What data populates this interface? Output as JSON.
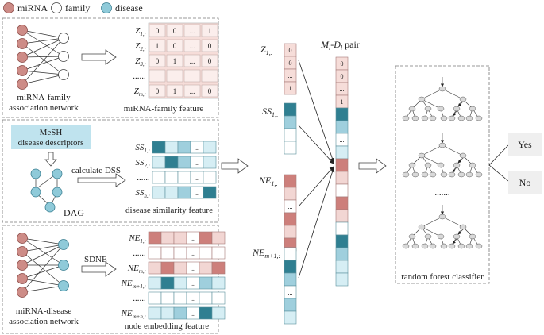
{
  "colors": {
    "mirna": "#cd8c87",
    "mirna_stroke": "#8a4a46",
    "family": "#ffffff",
    "disease": "#8fcad9",
    "disease_stroke": "#3a7f92",
    "teal_dark": "#2f7f91",
    "teal_mid": "#9fcfdd",
    "teal_light": "#d6eef4",
    "pink_dark": "#cd7f7b",
    "pink_light": "#f2d6d3",
    "feat_bg": "#f6ddd9",
    "mesh_bg": "#bfe3ee"
  },
  "legend": {
    "mirna": "miRNA",
    "family": "family",
    "disease": "disease"
  },
  "panel1": {
    "network_label_1": "miRNA-family",
    "network_label_2": "association network",
    "feature_label": "miRNA-family feature",
    "rows": [
      {
        "name": "Z",
        "sub": "1,:",
        "cells": [
          "0",
          "0",
          "...",
          "1"
        ]
      },
      {
        "name": "Z",
        "sub": "2,:",
        "cells": [
          "1",
          "0",
          "...",
          "0"
        ]
      },
      {
        "name": "Z",
        "sub": "3,:",
        "cells": [
          "0",
          "1",
          "...",
          "0"
        ]
      },
      {
        "name": "......",
        "sub": "",
        "cells": [
          "",
          "",
          "",
          ""
        ]
      },
      {
        "name": "Z",
        "sub": "m,:",
        "cells": [
          "0",
          "1",
          "...",
          "0"
        ]
      }
    ]
  },
  "panel2": {
    "mesh_1": "MeSH",
    "mesh_2": "disease descriptors",
    "dag": "DAG",
    "calc": "calculate DSS",
    "feature_label": "disease similarity feature",
    "rows": [
      {
        "name": "SS",
        "sub": "1,:"
      },
      {
        "name": "SS",
        "sub": "2,:"
      },
      {
        "name": "......",
        "sub": ""
      },
      {
        "name": "SS",
        "sub": "n,:"
      }
    ]
  },
  "panel3": {
    "sdne": "SDNE",
    "network_label_1": "miRNA-disease",
    "network_label_2": "association network",
    "feature_label": "node embedding feature",
    "rows": [
      {
        "name": "NE",
        "sub": "1,:"
      },
      {
        "name": "......",
        "sub": ""
      },
      {
        "name": "NE",
        "sub": "m,:"
      },
      {
        "name": "NE",
        "sub": "m+1,:"
      },
      {
        "name": "......",
        "sub": ""
      },
      {
        "name": "NE",
        "sub": "m+n,:"
      }
    ]
  },
  "middle": {
    "z_label": "Z",
    "z_sub": "1,:",
    "ss_label": "SS",
    "ss_sub": "1,:",
    "ne1_label": "NE",
    "ne1_sub": "1,:",
    "nem_label": "NE",
    "nem_sub": "m+1,:",
    "pair_m": "M",
    "pair_m_sub": "l",
    "pair_sep": "-D",
    "pair_d_sub": "l",
    "pair_suffix": " pair",
    "z_cells": [
      "0",
      "0",
      "...",
      "1"
    ],
    "pair_cells": [
      "0",
      "0",
      "...",
      "1"
    ],
    "dots": "..."
  },
  "classifier": {
    "label": "random forest classifier",
    "dots": ".......",
    "yes": "Yes",
    "no": "No"
  }
}
